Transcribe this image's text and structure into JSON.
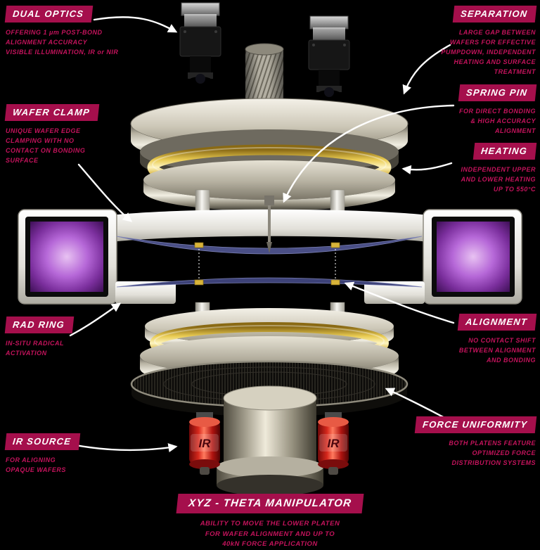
{
  "colors": {
    "background": "#000000",
    "badge_bg": "#a50f4c",
    "badge_text": "#ffffff",
    "desc_text": "#c4135c",
    "arrow": "#ffffff",
    "heater_gold": "#e9cb52",
    "viewport_purple": "#b668d8",
    "ir_red": "#d6281c"
  },
  "callouts": {
    "dual_optics": {
      "title": "DUAL OPTICS",
      "desc": "OFFERING 1 μm POST-BOND\nALIGNMENT ACCURACY\nVISIBLE ILLUMINATION, IR or NIR"
    },
    "separation": {
      "title": "SEPARATION",
      "desc": "LARGE GAP BETWEEN\nWAFERS FOR EFFECTIVE\nPUMPDOWN, INDEPENDENT\nHEATING AND SURFACE\nTREATMENT"
    },
    "spring_pin": {
      "title": "SPRING PIN",
      "desc": "FOR DIRECT BONDING\n& HIGH ACCURACY\nALIGNMENT"
    },
    "heating": {
      "title": "HEATING",
      "desc": "INDEPENDENT UPPER\nAND LOWER HEATING\nUP TO 550°C"
    },
    "wafer_clamp": {
      "title": "WAFER CLAMP",
      "desc": "UNIQUE WAFER EDGE\nCLAMPING WITH NO\nCONTACT ON BONDING\nSURFACE"
    },
    "rad_ring": {
      "title": "RAD RING",
      "desc": "IN-SITU RADICAL\nACTIVATION"
    },
    "alignment": {
      "title": "ALIGNMENT",
      "desc": "NO CONTACT SHIFT\nBETWEEN ALIGNMENT\nAND BONDING"
    },
    "ir_source": {
      "title": "IR SOURCE",
      "desc": "FOR ALIGNING\nOPAQUE WAFERS"
    },
    "force_uniformity": {
      "title": "FORCE UNIFORMITY",
      "desc": "BOTH PLATENS FEATURE\nOPTIMIZED FORCE\nDISTRIBUTION SYSTEMS"
    },
    "manipulator": {
      "title": "XYZ - THETA MANIPULATOR",
      "desc": "ABILITY TO MOVE THE LOWER PLATEN\nFOR WAFER ALIGNMENT AND UP TO\n40kN FORCE APPLICATION"
    }
  },
  "machine": {
    "ir_label": "IR"
  }
}
